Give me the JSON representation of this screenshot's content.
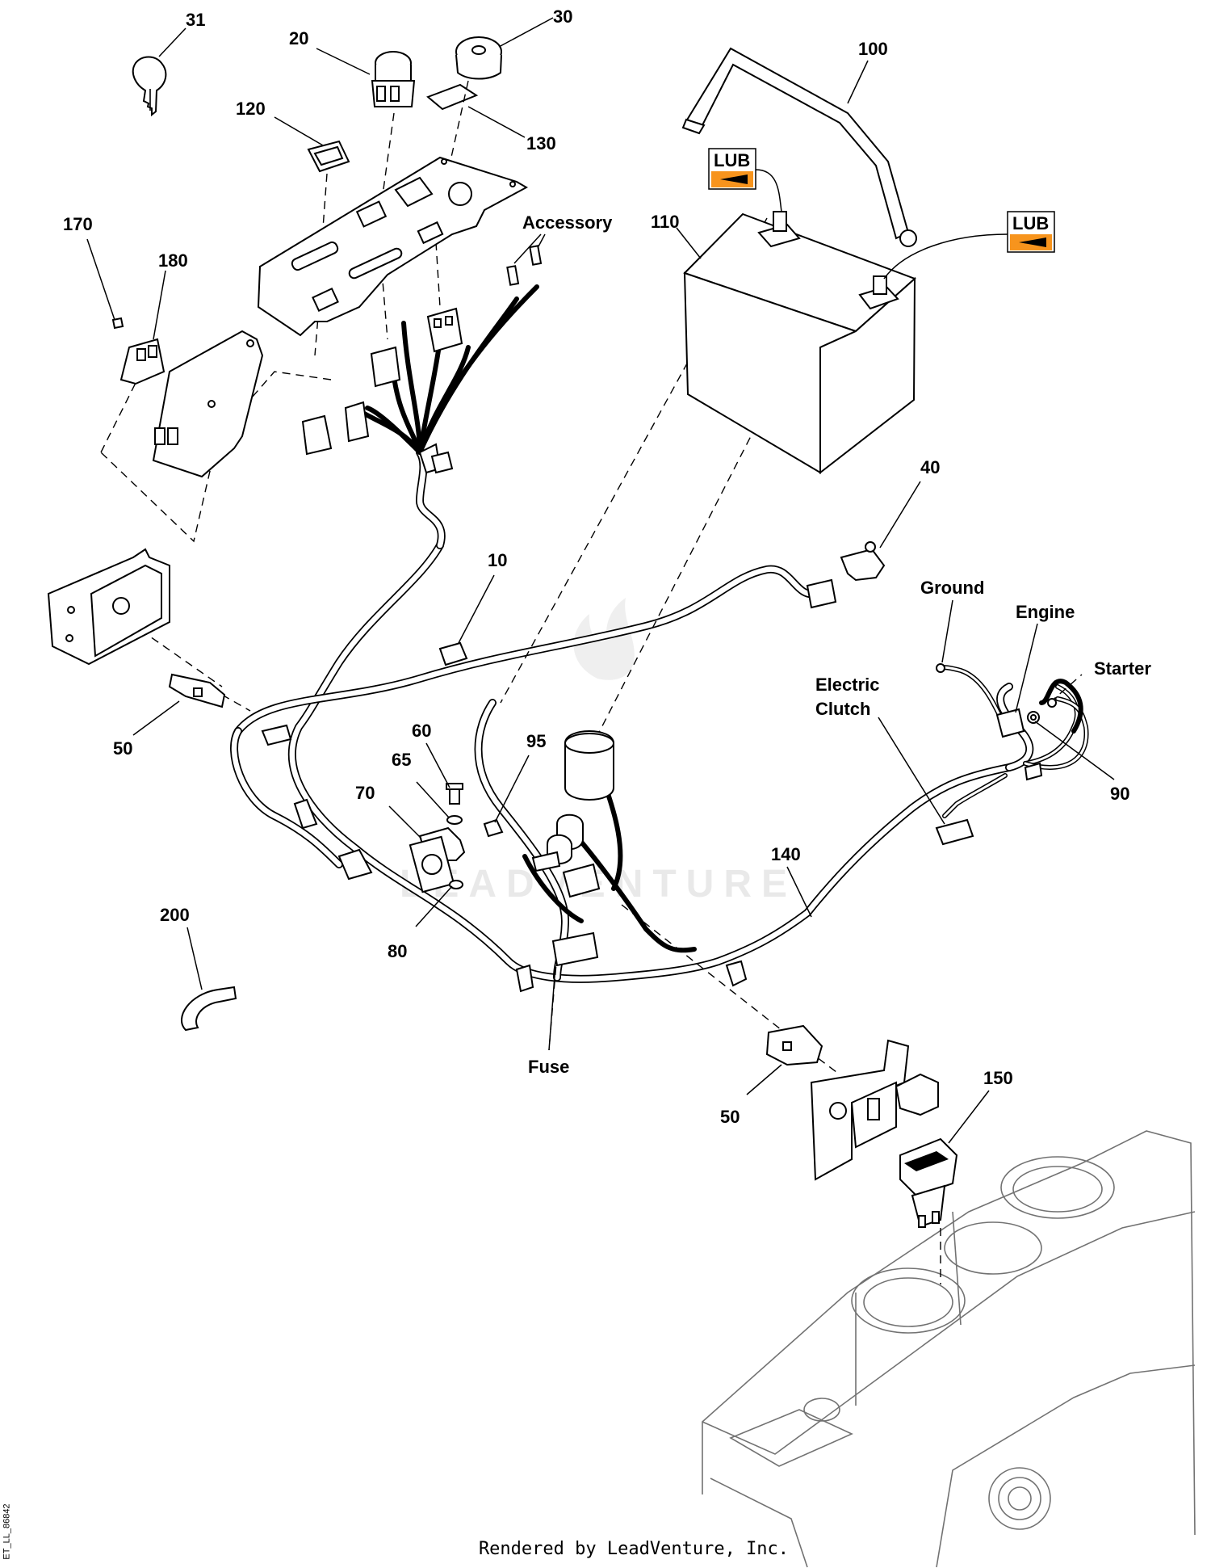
{
  "callouts": {
    "c31": "31",
    "c20": "20",
    "c30": "30",
    "c100": "100",
    "c120": "120",
    "c130": "130",
    "c170": "170",
    "c180": "180",
    "c110": "110",
    "c40": "40",
    "c10": "10",
    "c50a": "50",
    "c60": "60",
    "c65": "65",
    "c70": "70",
    "c95": "95",
    "c80": "80",
    "c140": "140",
    "c90": "90",
    "c200": "200",
    "c50b": "50",
    "c150": "150"
  },
  "labels": {
    "accessory": "Accessory",
    "ground": "Ground",
    "engine": "Engine",
    "starter": "Starter",
    "electric": "Electric",
    "clutch": "Clutch",
    "fuse": "Fuse"
  },
  "lub": {
    "text": "LUB",
    "color": "#f7941d"
  },
  "watermark": "LEADVENTURE",
  "footer": {
    "text": "Rendered by LeadVenture, Inc."
  },
  "side_id": "ET_LL_86842"
}
